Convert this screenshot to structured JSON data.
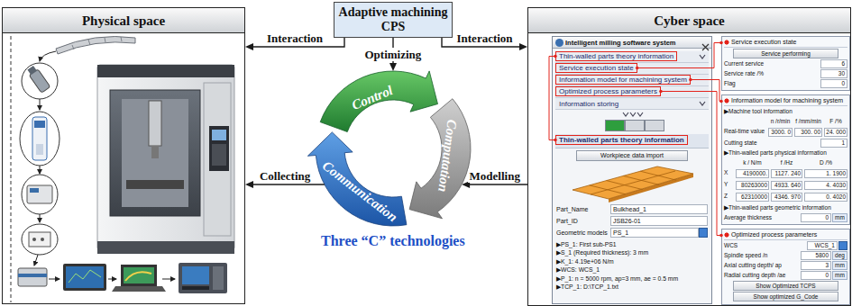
{
  "diagram": {
    "nodes": [
      {
        "text": [
          "Physical space"
        ]
      },
      {
        "text": [
          "Adaptive machining CPS"
        ]
      },
      {
        "text": [
          "Control"
        ]
      },
      {
        "text": [
          "Computation"
        ]
      },
      {
        "text": [
          "Communication"
        ]
      },
      {
        "text": [
          "Cyber space"
        ]
      },
      {
        "text": [
          "Intelligent milling software system"
        ],
        "in": 5
      },
      {
        "text": [
          "Thin-walled parts theory information"
        ],
        "in": 6
      },
      {
        "text": [
          "Service execution state"
        ],
        "in": 6
      },
      {
        "text": [
          "Information model for machining system"
        ],
        "in": 6
      },
      {
        "text": [
          "Optimized process parameters"
        ],
        "in": 6
      },
      {
        "text": [
          "Thin-walled parts theory information"
        ],
        "in": 6
      },
      {
        "text": [
          "Service execution state"
        ],
        "in": 5
      },
      {
        "text": [
          "Information model for machining system"
        ],
        "in": 5
      },
      {
        "text": [
          "Optimized process parameters"
        ],
        "in": 5
      }
    ],
    "edges": [
      {
        "from": 1,
        "to": 0,
        "arrow": "to",
        "label": "Interaction"
      },
      {
        "from": 1,
        "to": 5,
        "arrow": "to",
        "label": "Interaction"
      },
      {
        "from": 1,
        "to": 2,
        "arrow": "to",
        "label": "Optimizing"
      },
      {
        "from": 4,
        "to": 0,
        "arrow": "to",
        "label": "Collecting"
      },
      {
        "from": 5,
        "to": 3,
        "arrow": "to",
        "label": "Modelling"
      },
      {
        "from": 7,
        "to": 11,
        "arrow": "none"
      },
      {
        "from": 8,
        "to": 12,
        "arrow": "none"
      },
      {
        "from": 9,
        "to": 13,
        "arrow": "none"
      },
      {
        "from": 10,
        "to": 14,
        "arrow": "none"
      }
    ],
    "labels": [
      "Three “C” technologies",
      "Information storing",
      "Workpiece data import",
      "Part_Name",
      "Bulkhead_1",
      "Part_ID",
      "JSB26-01",
      "Geometric models",
      "PS_1",
      "▶PS_1: First sub-PS1",
      "▶S_1 (Required thickness): 3 mm",
      "▶K_1: 4.19e+06 N/m",
      "▶WCS: WCS_1",
      "▶P_1: n = 5000 rpm, ap=3 mm, ae = 0.5 mm",
      "▶TCP_1: D:\\TCP_1.txt",
      "Service performing",
      "Current service",
      "6",
      "Service rate /%",
      "30",
      "Flag",
      "0",
      "▶Machine tool information",
      "n /r/min",
      "f /mm/min",
      "F /%",
      "Real-time value",
      "3000. 0",
      "300. 00",
      "24. 000",
      "Cutting state",
      "1",
      "▶Thin-walled parts physical information",
      "k / N/m",
      "f /Hz",
      "D /%",
      "X",
      "4190000.",
      "1127. 240",
      "1. 1900",
      "Y",
      "80263000",
      "4933. 640",
      "4. 4030",
      "Z",
      "62310000",
      "4346. 970",
      "0. 4020",
      "▶Thin-walled parts geometric information",
      "Average thickness",
      "0",
      "mm",
      "WCS",
      "WCS_1",
      "Spindle speed /n",
      "5800",
      "deg",
      "Axial cutting depth/ ap",
      "3",
      "mm",
      "Radial cutting depth /ae",
      "0",
      "mm",
      "Show Optimized TCPS",
      "Show optimized G_Code"
    ]
  }
}
